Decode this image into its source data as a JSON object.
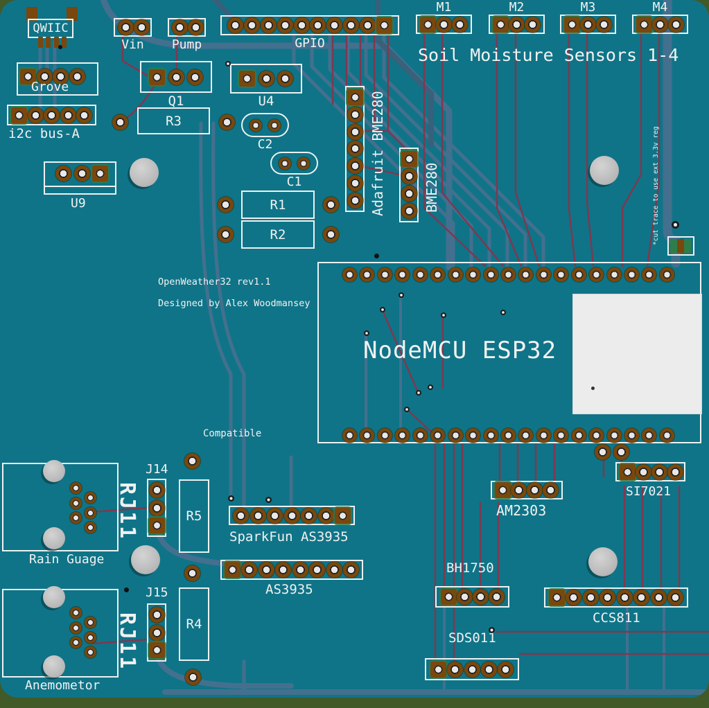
{
  "board": {
    "title": "Soil Moisture Sensors 1-4",
    "notes": {
      "revision": "OpenWeather32 rev1.1",
      "designer": "Designed by Alex Woodmansey",
      "compatible": "Compatible",
      "cut_trace": "*cut trace to use ext 3.3v reg"
    },
    "colors": {
      "substrate_teal": "#0f7488",
      "edge_green": "#415a27",
      "silkscreen_white": "#f2f2f2",
      "pad_copper_brown": "#7a470d",
      "trace_blue": "#49708f",
      "trace_red": "#7d3950",
      "hole_grey": "#bdbdbd",
      "module_grey": "#ececec",
      "jumper_green": "#2f7d4a"
    }
  },
  "components": {
    "qwiic": {
      "label": "QWIIC",
      "pins": 4,
      "square": "none"
    },
    "vin": {
      "label": "Vin",
      "pins": 2,
      "square": "none"
    },
    "pump": {
      "label": "Pump",
      "pins": 2,
      "square": "none"
    },
    "gpio": {
      "label": "GPIO",
      "pins": 10,
      "square": "last"
    },
    "m1": {
      "label": "M1",
      "pins": 3,
      "square": "first"
    },
    "m2": {
      "label": "M2",
      "pins": 3,
      "square": "first"
    },
    "m3": {
      "label": "M3",
      "pins": 3,
      "square": "first"
    },
    "m4": {
      "label": "M4",
      "pins": 3,
      "square": "first"
    },
    "grove": {
      "label": "Grove",
      "pins": 4,
      "square": "first"
    },
    "i2c_bus_a": {
      "label": "i2c bus-A",
      "pins": 5,
      "square": "first"
    },
    "u9": {
      "label": "U9",
      "pins": 3,
      "square": "last"
    },
    "q1": {
      "label": "Q1",
      "pins": 3,
      "square": "first"
    },
    "u4": {
      "label": "U4",
      "pins": 3,
      "square": "first"
    },
    "r3": {
      "label": "R3"
    },
    "c2": {
      "label": "C2",
      "pins": 2,
      "square": "none"
    },
    "c1": {
      "label": "C1",
      "pins": 2,
      "square": "none"
    },
    "r1": {
      "label": "R1"
    },
    "r2": {
      "label": "R2"
    },
    "adafruit_bme280": {
      "label": "Adafruit BME280",
      "pins": 7,
      "square": "first"
    },
    "bme280": {
      "label": "BME280",
      "pins": 4,
      "square": "first"
    },
    "esp32": {
      "label": "NodeMCU ESP32",
      "top_row": {
        "pins": 19,
        "square": "none"
      },
      "bottom_row": {
        "pins": 19,
        "square": "none"
      },
      "extra_pads": {
        "pins": 2,
        "square": "none"
      }
    },
    "rain_gauge": {
      "label": "Rain Guage",
      "connector": "RJ11",
      "pad_col": {
        "pins": 3,
        "square": "none"
      }
    },
    "anemometer": {
      "label": "Anemometor",
      "connector": "RJ11",
      "pad_col": {
        "pins": 3,
        "square": "none"
      }
    },
    "j14": {
      "label": "J14",
      "pins": 3,
      "square": "last"
    },
    "j15": {
      "label": "J15",
      "pins": 3,
      "square": "last"
    },
    "r5": {
      "label": "R5"
    },
    "r4": {
      "label": "R4"
    },
    "sparkfun_as3935": {
      "label": "SparkFun AS3935",
      "pins": 7,
      "square": "last"
    },
    "as3935": {
      "label": "AS3935",
      "pins": 8,
      "square": "first"
    },
    "am2303": {
      "label": "AM2303",
      "pins": 4,
      "square": "first"
    },
    "si7021": {
      "label": "SI7021",
      "pins": 4,
      "square": "first"
    },
    "bh1750": {
      "label": "BH1750",
      "pins": 4,
      "square": "first"
    },
    "ccs811": {
      "label": "CCS811",
      "pins": 8,
      "square": "first"
    },
    "sds011": {
      "label": "SDS011",
      "pins": 5,
      "square": "first"
    }
  }
}
